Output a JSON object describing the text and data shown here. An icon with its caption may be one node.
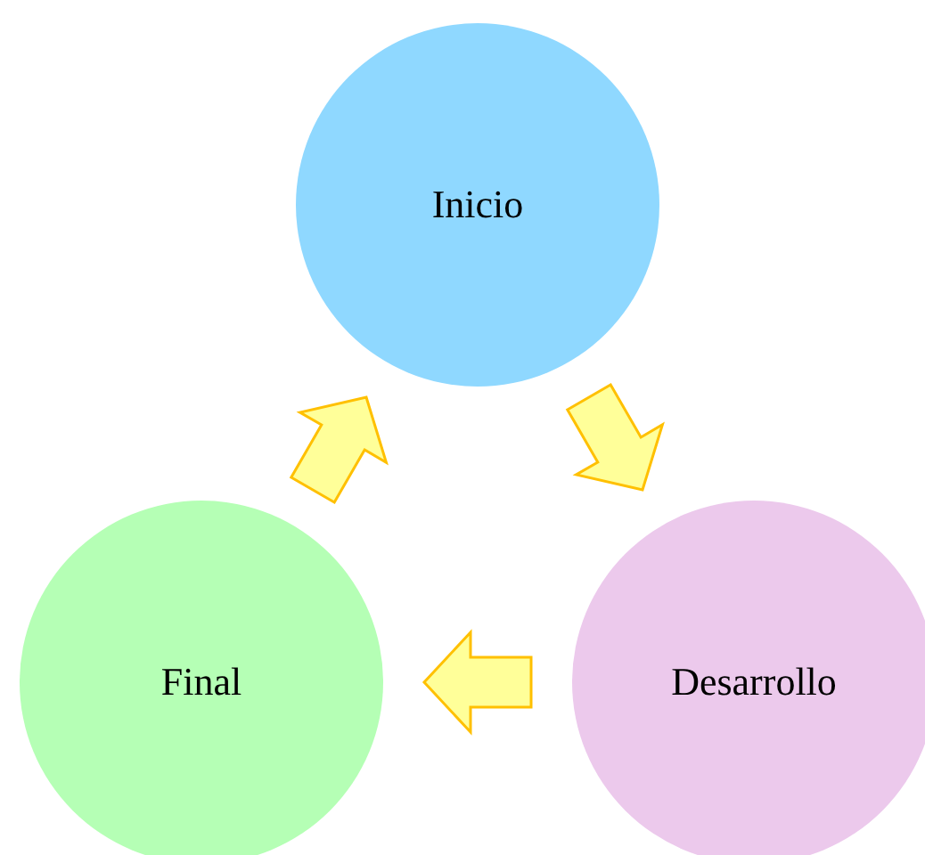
{
  "diagram": {
    "nodes": [
      {
        "text": [
          "Inicio"
        ]
      },
      {
        "text": [
          "Desarrollo"
        ]
      },
      {
        "text": [
          "Final"
        ]
      }
    ],
    "edges": [
      {
        "from": 0,
        "to": 1,
        "arrow": "to"
      },
      {
        "from": 1,
        "to": 2,
        "arrow": "to"
      },
      {
        "from": 2,
        "to": 0,
        "arrow": "to"
      }
    ]
  }
}
